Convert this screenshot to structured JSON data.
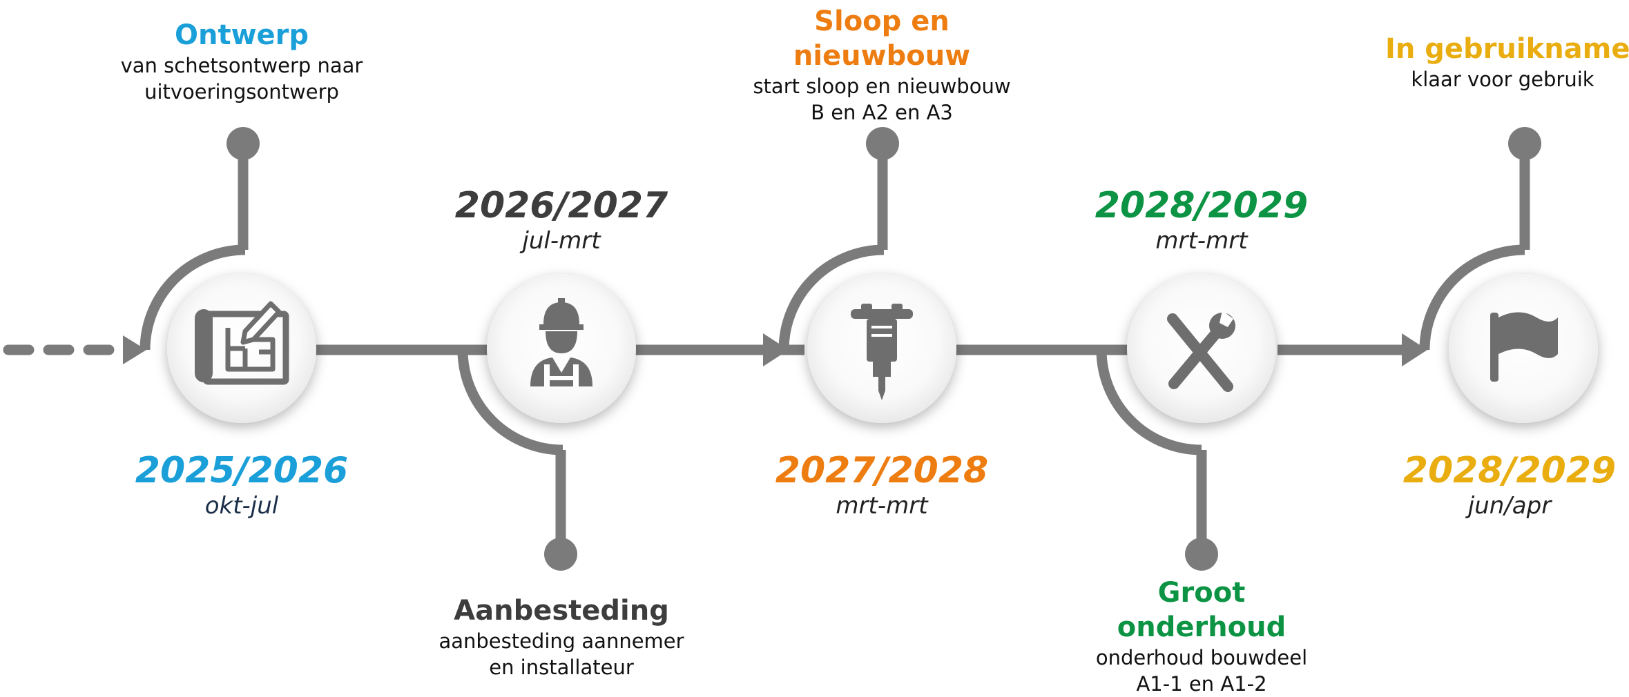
{
  "colors": {
    "line": "#7b7b7b",
    "icon": "#6e6e6e",
    "blue": "#1a9fd9",
    "dark": "#3d3d3d",
    "orange": "#ee7d11",
    "green": "#0c9444",
    "gold": "#e9ad10",
    "navy": "#1c2f4a"
  },
  "milestones": [
    {
      "id": "ontwerp",
      "icon": "blueprint-icon",
      "title": "Ontwerp",
      "description": [
        "van schetsontwerp naar",
        "uitvoeringsontwerp"
      ],
      "year": "2025/2026",
      "period": "okt-jul",
      "color": "#1a9fd9",
      "period_color": "#1c2f4a"
    },
    {
      "id": "aanbesteding",
      "icon": "construction-worker-icon",
      "title": "Aanbesteding",
      "description": [
        "aanbesteding aannemer",
        "en installateur"
      ],
      "year": "2026/2027",
      "period": "jul-mrt",
      "color": "#3d3d3d",
      "period_color": "#222222"
    },
    {
      "id": "sloop",
      "icon": "jackhammer-icon",
      "title": [
        "Sloop en",
        "nieuwbouw"
      ],
      "description": [
        "start sloop en nieuwbouw",
        "B en A2 en A3"
      ],
      "year": "2027/2028",
      "period": "mrt-mrt",
      "color": "#ee7d11",
      "period_color": "#222222"
    },
    {
      "id": "onderhoud",
      "icon": "tools-icon",
      "title": [
        "Groot",
        "onderhoud"
      ],
      "description": [
        "onderhoud bouwdeel",
        "A1-1 en A1-2"
      ],
      "year": "2028/2029",
      "period": "mrt-mrt",
      "color": "#0c9444",
      "period_color": "#222222"
    },
    {
      "id": "gebruikname",
      "icon": "flag-icon",
      "title": "In gebruikname",
      "description": [
        "klaar voor gebruik"
      ],
      "year": "2028/2029",
      "period": "jun/apr",
      "color": "#e9ad10",
      "period_color": "#222222"
    }
  ]
}
